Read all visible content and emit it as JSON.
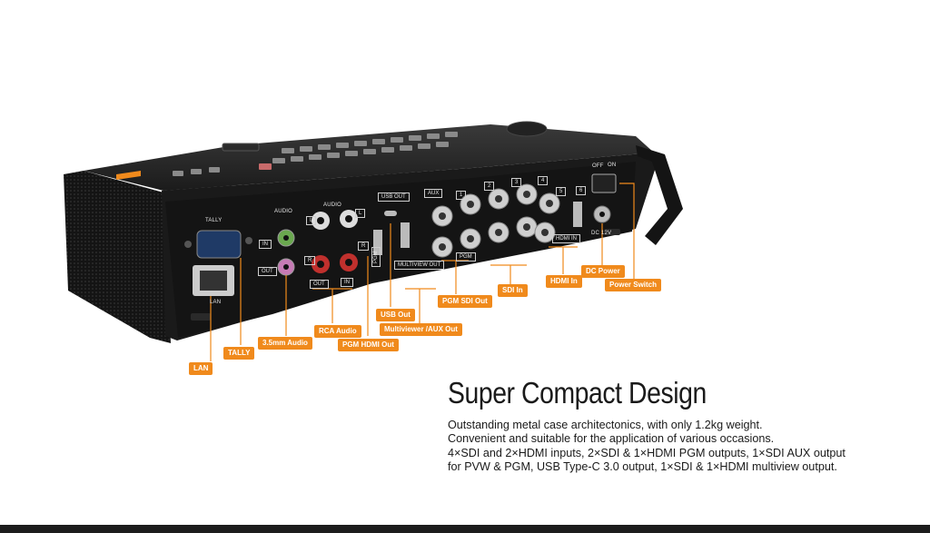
{
  "port_labels": {
    "tally": "TALLY",
    "audio_left": "AUDIO",
    "audio_right": "AUDIO",
    "in": "IN",
    "out": "OUT",
    "lan": "LAN",
    "usb_out": "USB OUT",
    "aux": "AUX",
    "multiview_out": "MULTIVIEW OUT",
    "pgm_left": "PGM",
    "pgm_right": "PGM",
    "hdmi_in": "HDMI IN",
    "dc": "DC 12V",
    "off": "OFF",
    "on": "ON",
    "l1": "L",
    "l2": "L",
    "r1": "R",
    "r2": "R",
    "out2": "OUT",
    "in2": "IN",
    "n1": "1",
    "n2": "2",
    "n3": "3",
    "n4": "4",
    "n5": "5",
    "n6": "6"
  },
  "callouts": {
    "lan": "LAN",
    "tally": "TALLY",
    "audio35": "3.5mm Audio",
    "rca": "RCA Audio",
    "pgm_hdmi": "PGM HDMI Out",
    "usb_out": "USB Out",
    "multiview": "Multiviewer /AUX Out",
    "pgm_sdi": "PGM SDI Out",
    "sdi_in": "SDI In",
    "hdmi_in": "HDMI In",
    "dc_power": "DC Power",
    "power_switch": "Power Switch"
  },
  "headline": "Super Compact Design",
  "description": [
    "Outstanding metal case architectonics, with only 1.2kg weight.",
    "Convenient and suitable for the application of various occasions.",
    "4×SDI and 2×HDMI inputs, 2×SDI & 1×HDMI PGM outputs, 1×SDI AUX output",
    "for PVW & PGM, USB Type-C 3.0 output, 1×SDI & 1×HDMI multiview output."
  ],
  "colors": {
    "accent": "#f08a1c",
    "body": "#1e1e1e",
    "text": "#1a1a1a"
  }
}
